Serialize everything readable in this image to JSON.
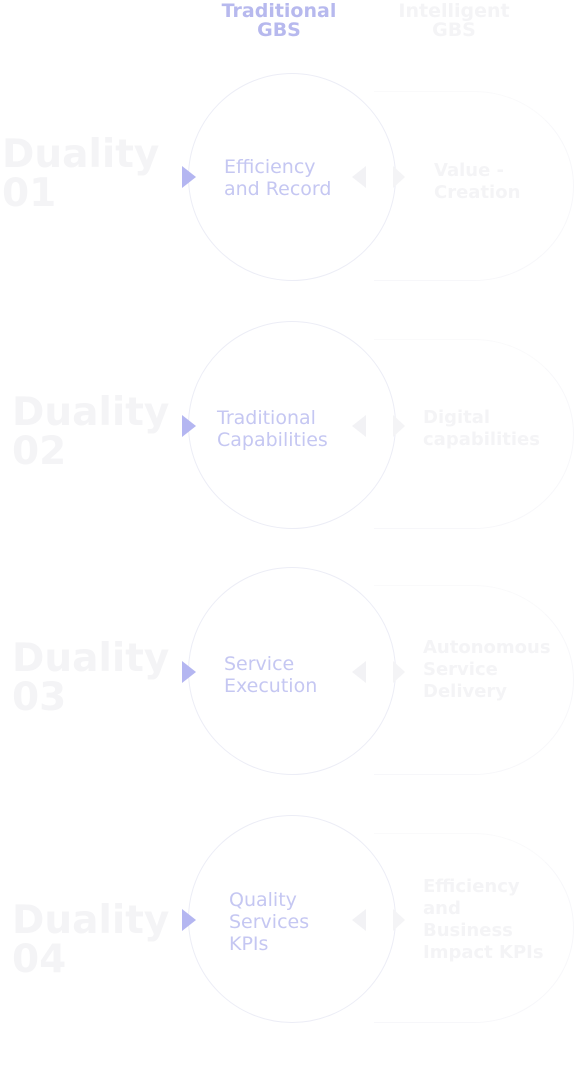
{
  "headers": {
    "traditional": [
      "Traditional",
      "GBS"
    ],
    "intelligent": [
      "Intelligent",
      "GBS"
    ]
  },
  "dualities": [
    {
      "label": [
        "Duality",
        "01"
      ],
      "traditional": [
        "Efficiency",
        "and Record"
      ],
      "intelligent": [
        "Value -",
        "Creation"
      ]
    },
    {
      "label": [
        "Duality",
        "02"
      ],
      "traditional": [
        "Traditional",
        "Capabilities"
      ],
      "intelligent": [
        "Digital",
        "capabilities"
      ]
    },
    {
      "label": [
        "Duality",
        "03"
      ],
      "traditional": [
        "Service",
        "Execution"
      ],
      "intelligent": [
        "Autonomous",
        "Service",
        "Delivery"
      ]
    },
    {
      "label": [
        "Duality",
        "04"
      ],
      "traditional": [
        "Quality",
        "Services",
        "KPIs"
      ],
      "intelligent": [
        "Efficiency",
        "and",
        "Business",
        "Impact KPIs"
      ]
    }
  ],
  "colors": {
    "accent": "#b4b6f1",
    "accent_text": "#c5c7f2",
    "faded": "#f4f4f6",
    "circle_stroke": "#ecedf6"
  }
}
